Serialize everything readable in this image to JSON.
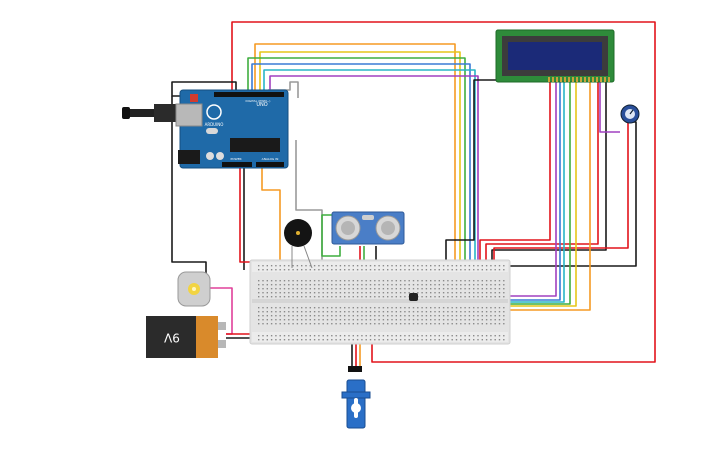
{
  "circuit": {
    "arduino": {
      "logo_text": "ARDUINO",
      "model_text": "UNO",
      "digital_label": "DIGITAL (PWM~)",
      "power_label": "POWER",
      "analog_label": "ANALOG IN"
    },
    "battery": {
      "label": "9V"
    },
    "lcd": {
      "rows": 2,
      "cols": 16
    },
    "colors": {
      "red": "#e2131b",
      "black": "#1a1a1a",
      "orange": "#f59a23",
      "yellow": "#e6c619",
      "green": "#3fae3f",
      "blue": "#3a7bd5",
      "cyan": "#29b6c6",
      "purple": "#a040c0",
      "gray": "#9a9a9a",
      "pink": "#e0409a",
      "brown": "#8b5a2b",
      "arduino_blue": "#1f6aa8",
      "breadboard": "#e4e4e4",
      "lcd_screen": "#1b2a78",
      "lcd_pcb": "#2e8b3a",
      "battery_black": "#2b2b2b",
      "battery_orange": "#d98a2b",
      "servo_blue": "#2a6fc7",
      "sensor_blue": "#4a7ec7"
    }
  }
}
